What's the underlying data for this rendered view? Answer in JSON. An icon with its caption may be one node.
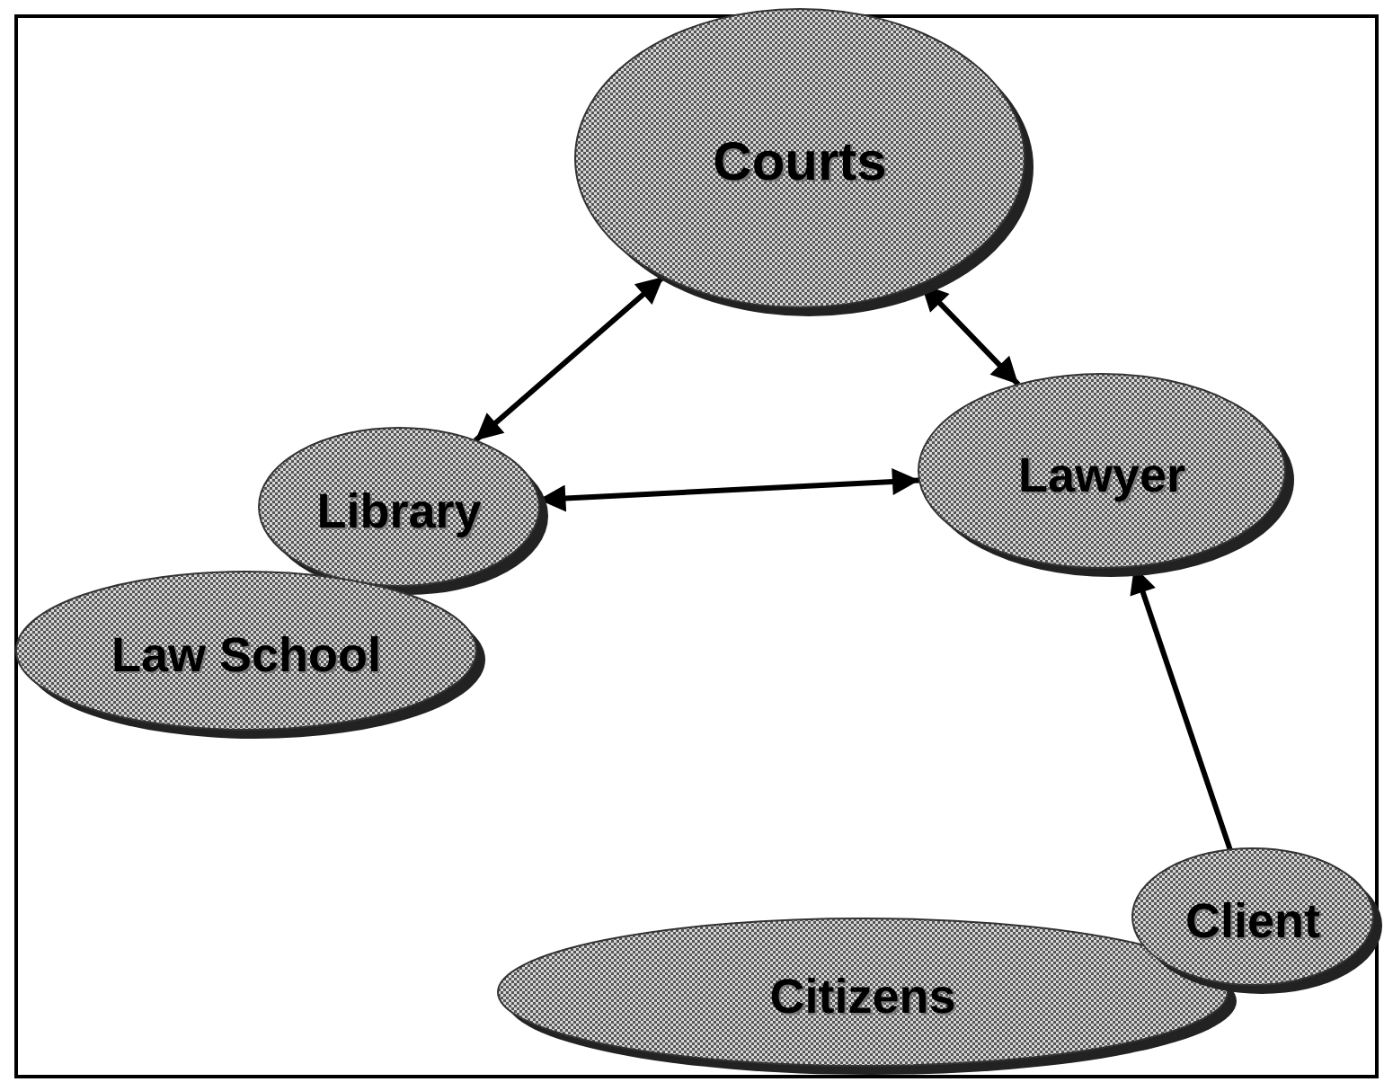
{
  "diagram": {
    "nodes": [
      {
        "text": [
          "Courts"
        ]
      },
      {
        "text": [
          "Library"
        ]
      },
      {
        "text": [
          "Lawyer"
        ]
      },
      {
        "text": [
          "Law School"
        ]
      },
      {
        "text": [
          "Client"
        ]
      },
      {
        "text": [
          "Citizens"
        ]
      }
    ],
    "edges": [
      {
        "from": 1,
        "to": 0,
        "arrow": "both"
      },
      {
        "from": 0,
        "to": 2,
        "arrow": "both"
      },
      {
        "from": 1,
        "to": 2,
        "arrow": "both"
      },
      {
        "from": 4,
        "to": 2,
        "arrow": "to"
      }
    ]
  }
}
